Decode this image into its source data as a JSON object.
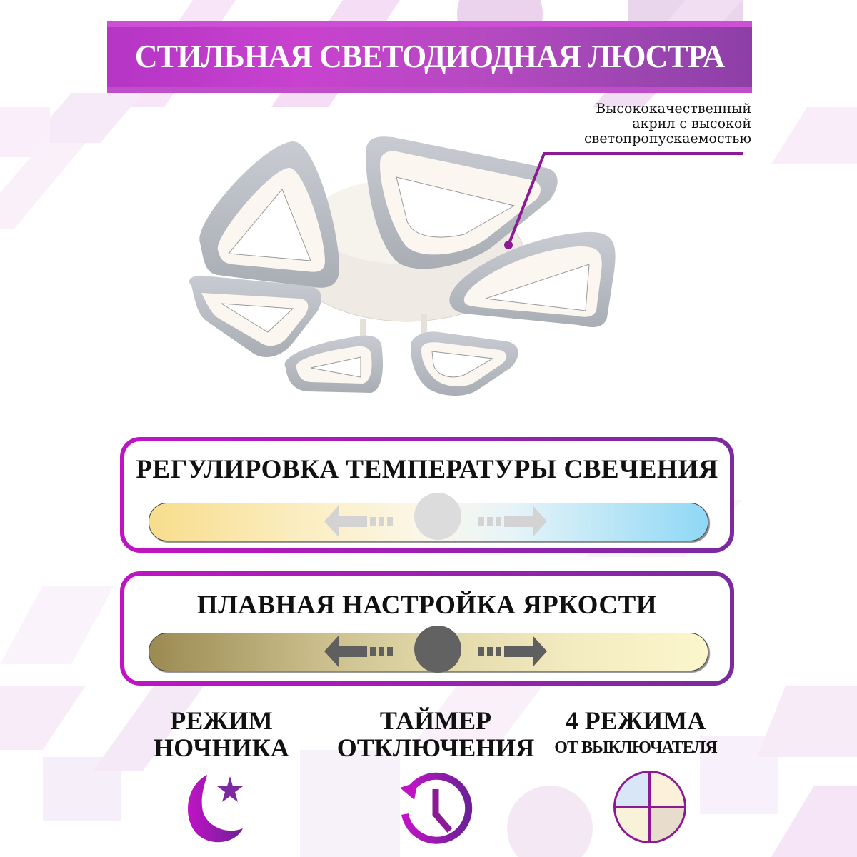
{
  "banner": {
    "title": "СТИЛЬНАЯ СВЕТОДИОДНАЯ ЛЮСТРА",
    "colors": {
      "start": "#b535c5",
      "mid": "#c842cf",
      "end": "#8d3fa6"
    }
  },
  "callout": {
    "lines": [
      "Высококачественный",
      "акрил с высокой",
      "светопропускаемостью"
    ],
    "line_color": "#8b1a94"
  },
  "product": {
    "name": "chandelier",
    "arms": 6
  },
  "temperature_panel": {
    "title": "РЕГУЛИРОВКА ТЕМПЕРАТУРЫ СВЕЧЕНИЯ",
    "gradient": {
      "left": "#f7dd8c",
      "center": "#fbf7ea",
      "right": "#8fd8f5"
    },
    "knob_color": "#dcdcdc",
    "arrow_color": "#d3d3d3"
  },
  "brightness_panel": {
    "title": "ПЛАВНАЯ НАСТРОЙКА ЯРКОСТИ",
    "gradient": {
      "left": "#9b8a52",
      "center": "#e0d7a7",
      "right": "#fcf6cc"
    },
    "knob_color": "#626262",
    "arrow_color": "#5f5f5f"
  },
  "panel_border": {
    "start": "#c014c4",
    "end": "#7b2aa0"
  },
  "features": [
    {
      "line1": "РЕЖИМ",
      "line2": "НОЧНИКА",
      "icon": "moon-star-icon"
    },
    {
      "line1": "ТАЙМЕР",
      "line2": "ОТКЛЮЧЕНИЯ",
      "icon": "timer-clock-icon"
    },
    {
      "line1": "4 РЕЖИМА",
      "line2": "ОТ ВЫКЛЮЧАТЕЛЯ",
      "icon": "four-modes-icon"
    }
  ],
  "mode_colors": [
    "#d9e6f7",
    "#fbf1da",
    "#f8f2d8",
    "#e8dccd"
  ]
}
